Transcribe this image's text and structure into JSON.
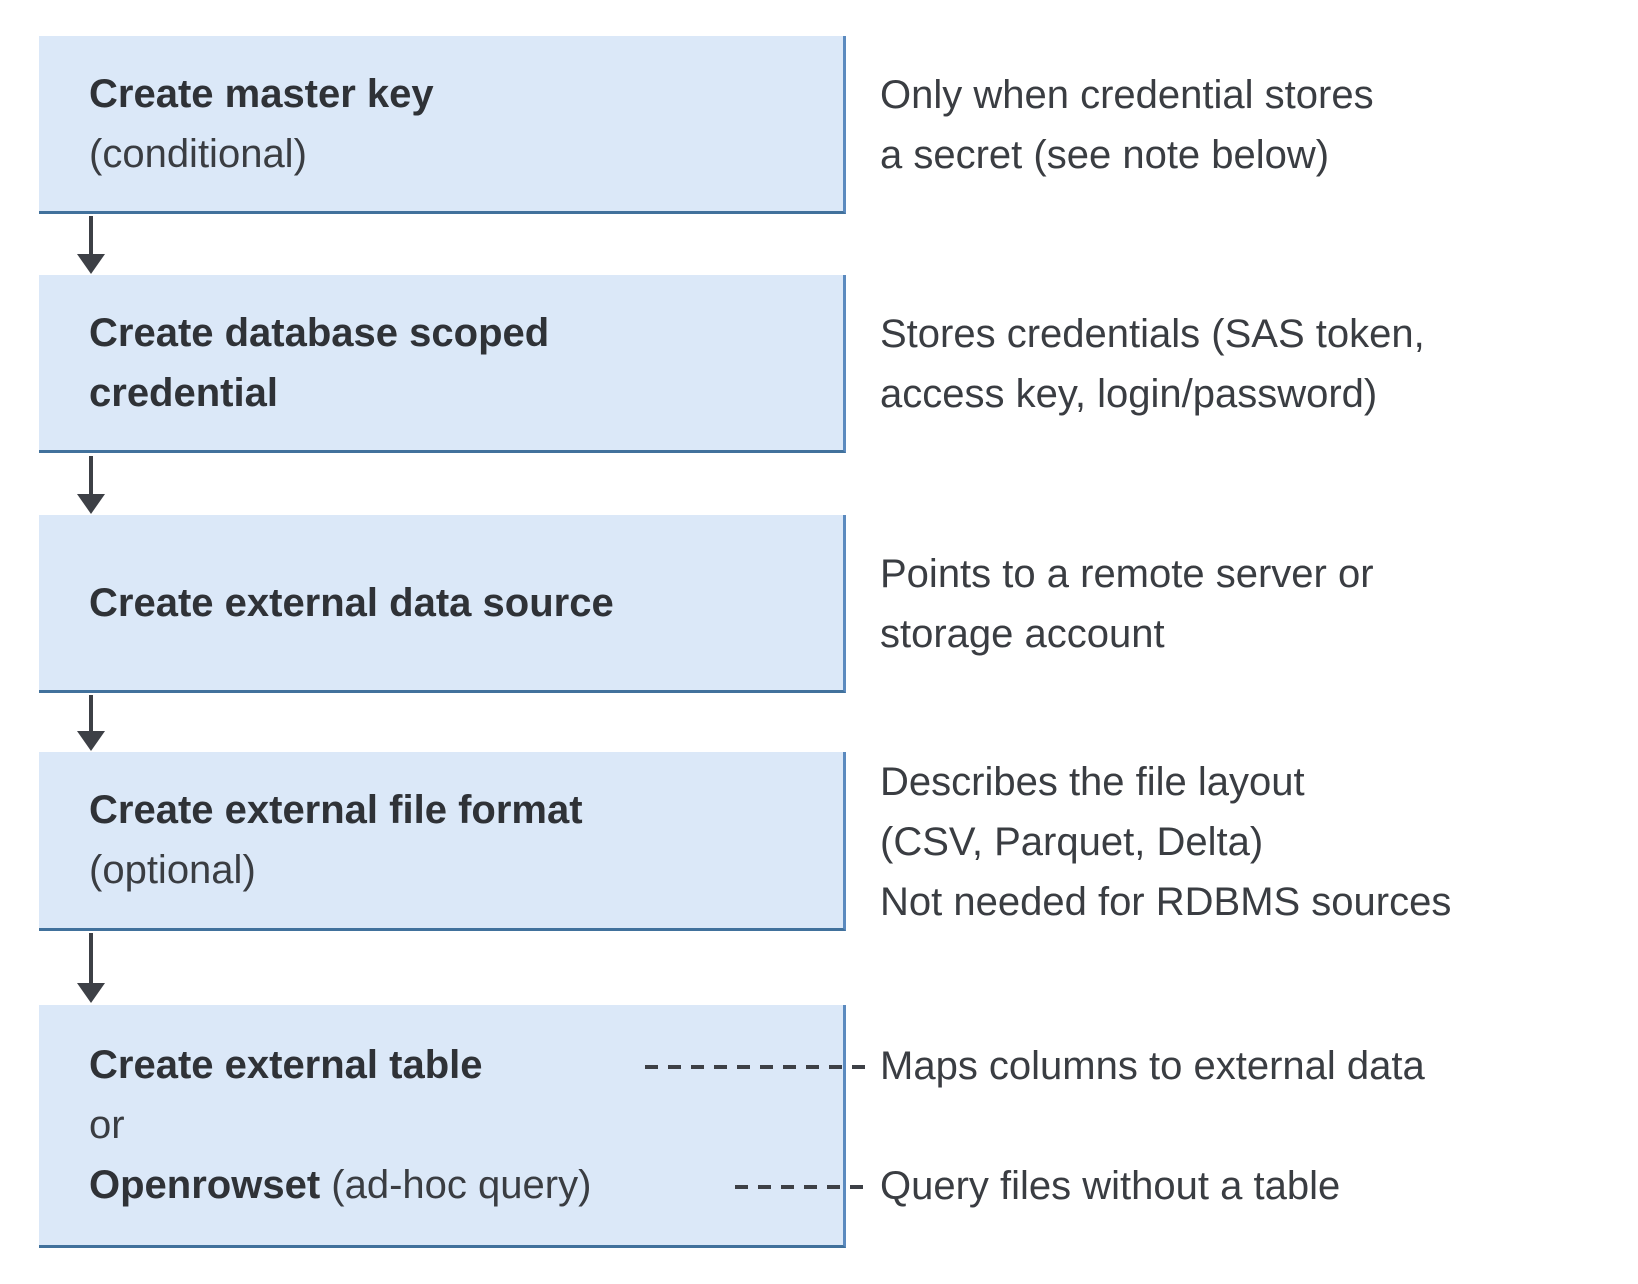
{
  "colors": {
    "box_fill": "#dbe8f8",
    "box_border_right": "#5b8abf",
    "box_border_bottom": "#41719c",
    "arrow": "#3d4046",
    "text": "#3a3d42"
  },
  "steps": [
    {
      "title": "Create master key",
      "qualifier": "(conditional)",
      "note_lines": [
        "Only when credential stores",
        "a secret (see note below)"
      ]
    },
    {
      "title_lines": [
        "Create database scoped",
        "credential"
      ],
      "note_lines": [
        "Stores credentials (SAS token,",
        "access key, login/password)"
      ]
    },
    {
      "title": "Create external data source",
      "note_lines": [
        "Points to a remote server or",
        "storage account"
      ]
    },
    {
      "title": "Create external file format",
      "qualifier": "(optional)",
      "note_lines": [
        "Describes the file layout",
        "(CSV, Parquet, Delta)",
        "Not needed for RDBMS sources"
      ]
    },
    {
      "option1": "Create external table",
      "conjunction": "or",
      "option2_bold": "Openrowset",
      "option2_rest": " (ad-hoc query)",
      "note1": "Maps columns to external data",
      "note2": "Query files without a table"
    }
  ]
}
